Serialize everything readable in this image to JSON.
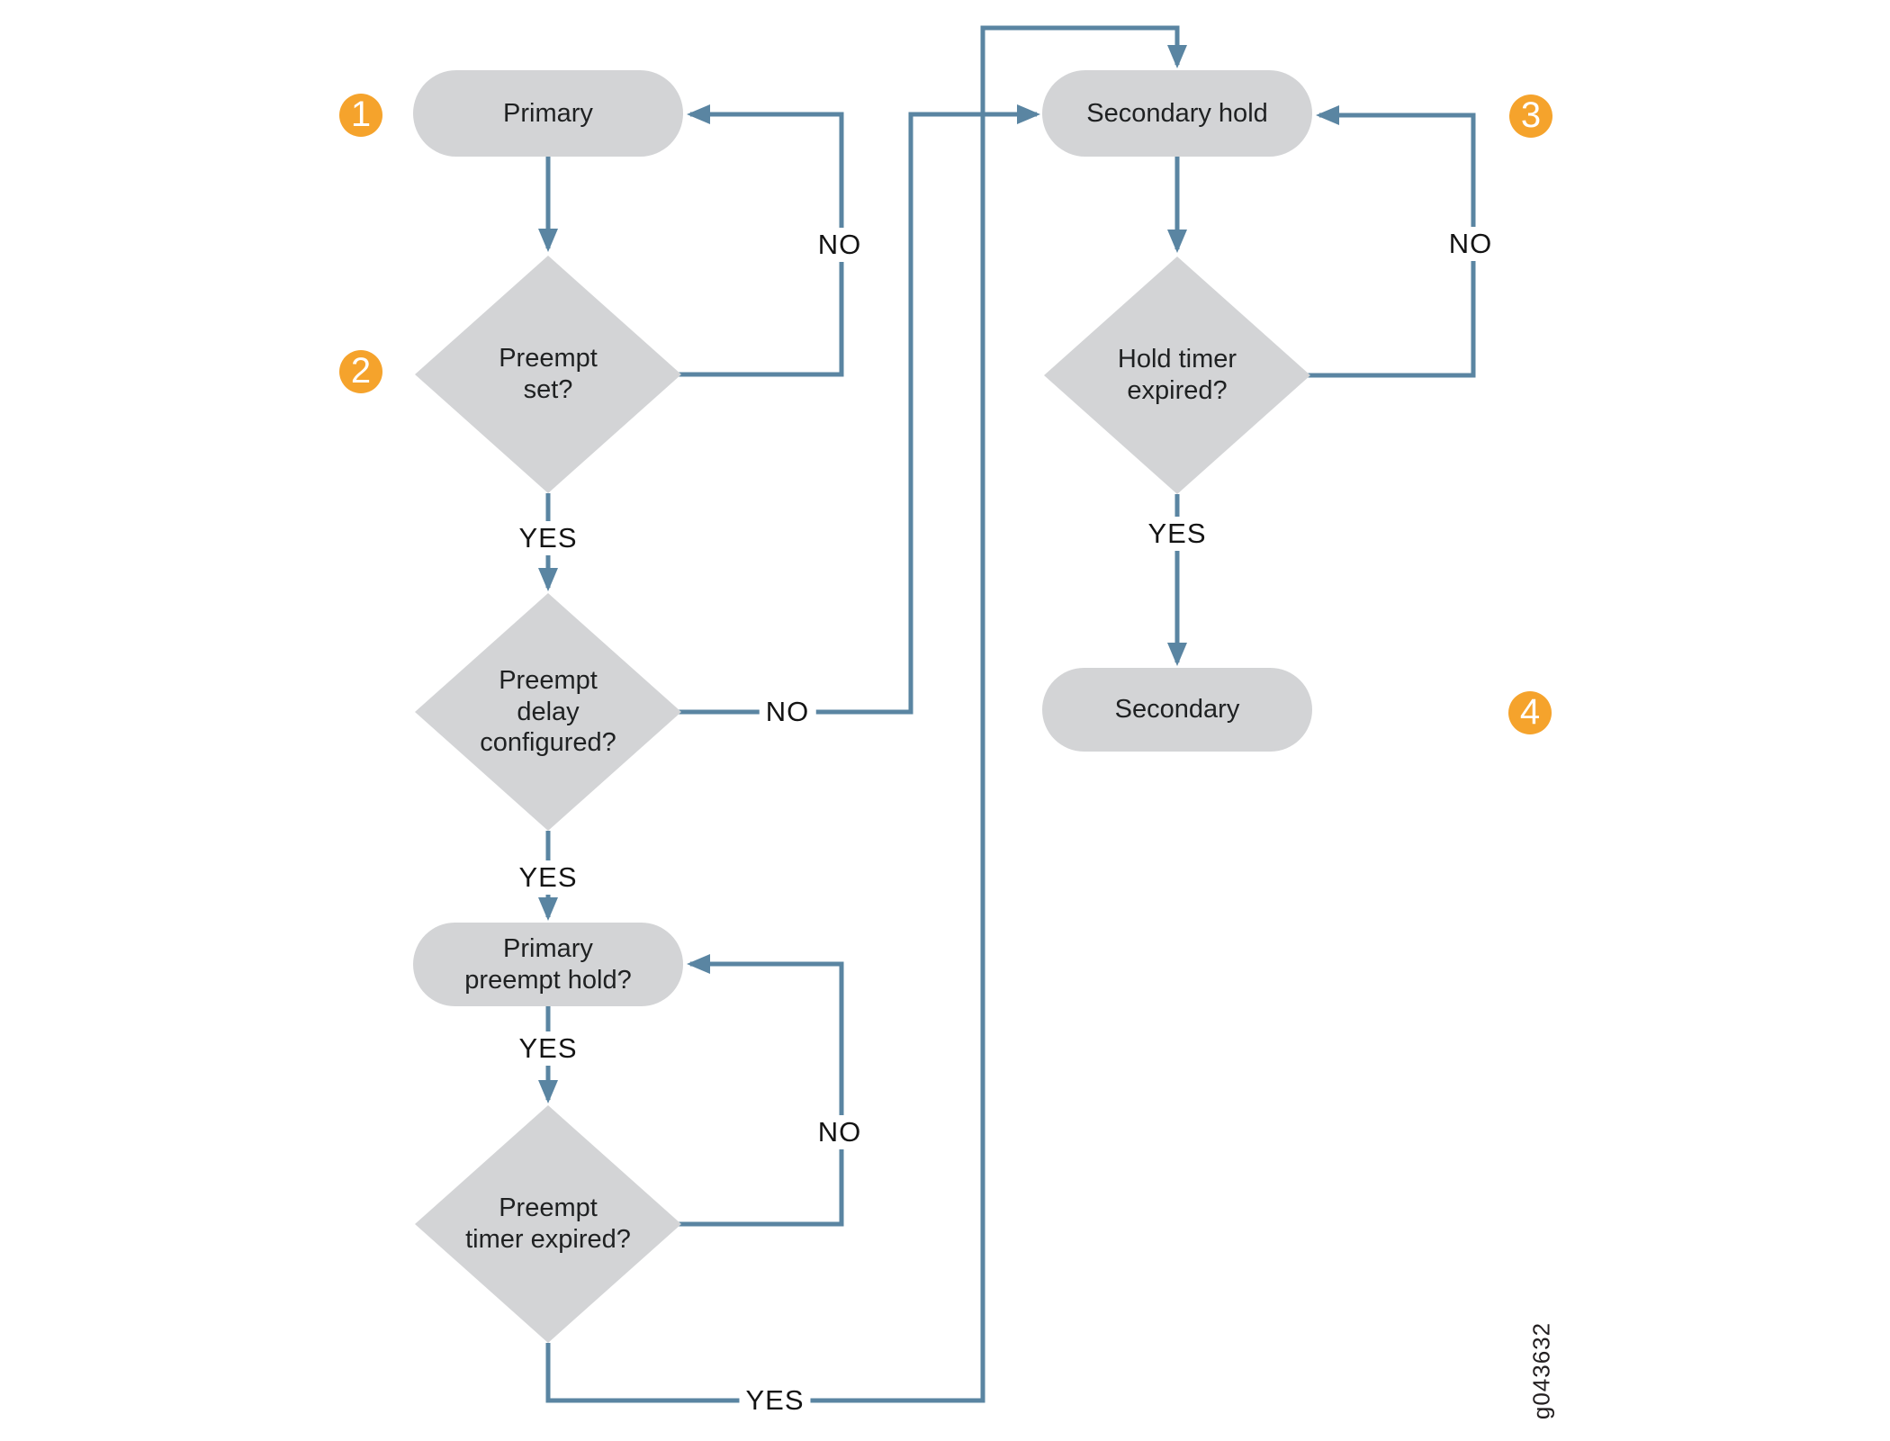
{
  "flowchart": {
    "nodes": {
      "primary": "Primary",
      "preempt_set": "Preempt\nset?",
      "preempt_delay": "Preempt\ndelay\nconfigured?",
      "primary_preempt_hold": "Primary\npreempt hold?",
      "preempt_timer": "Preempt\ntimer expired?",
      "secondary_hold": "Secondary hold",
      "hold_timer": "Hold timer\nexpired?",
      "secondary": "Secondary"
    },
    "edge_labels": {
      "preempt_set_no": "NO",
      "preempt_set_yes": "YES",
      "preempt_delay_no": "NO",
      "preempt_delay_yes": "YES",
      "primary_preempt_hold_yes": "YES",
      "preempt_timer_no": "NO",
      "preempt_timer_yes": "YES",
      "hold_timer_no": "NO",
      "hold_timer_yes": "YES"
    },
    "badges": {
      "step1": "1",
      "step2": "2",
      "step3": "3",
      "step4": "4"
    },
    "watermark": "g043632",
    "colors": {
      "shape_fill": "#d3d4d6",
      "connector": "#5a85a2",
      "badge": "#f5a32c",
      "label_text": "#1f2122",
      "background": "#ffffff"
    }
  }
}
